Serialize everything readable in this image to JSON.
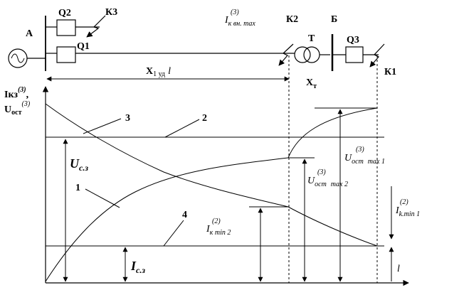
{
  "labels": {
    "bus_a": "А",
    "bus_b": "Б",
    "q1": "Q1",
    "q2": "Q2",
    "q3": "Q3",
    "k1": "К1",
    "k2": "К2",
    "k3": "К3",
    "t": "Т",
    "xt_main": "X",
    "xt_sub": "т",
    "x1_main": "X",
    "x1_sub": "1 уд",
    "x1_l": "l",
    "ik_ext_main": "I",
    "ik_ext_sub": "к вн. max",
    "ik_ext_sup": "(3)",
    "yaxis_ikz": "Iкз",
    "yaxis_ikz_sup": "(3)",
    "yaxis_comma": ",",
    "yaxis_uost": "U",
    "yaxis_uost_sub": "ост",
    "yaxis_uost_sup": "(3)",
    "curve1": "1",
    "curve2": "2",
    "curve3": "3",
    "curve4": "4",
    "usz_main": "U",
    "usz_sub": "с.з",
    "isz_main": "I",
    "isz_sub": "с.з",
    "ikmin2_main": "I",
    "ikmin2_sub": "к min  2",
    "ikmin2_sup": "(2)",
    "uost2_main": "U",
    "uost2_sub": "ост",
    "uost2_sup": "(3)",
    "uost2_max": "max  2",
    "uost1_main": "U",
    "uost1_sub": "ост",
    "uost1_sup": "(3)",
    "uost1_max": "max 1",
    "ikmin1_main": "I",
    "ikmin1_sub": "k.min  1",
    "ikmin1_sup": "(2)",
    "l_bottom": "l"
  }
}
